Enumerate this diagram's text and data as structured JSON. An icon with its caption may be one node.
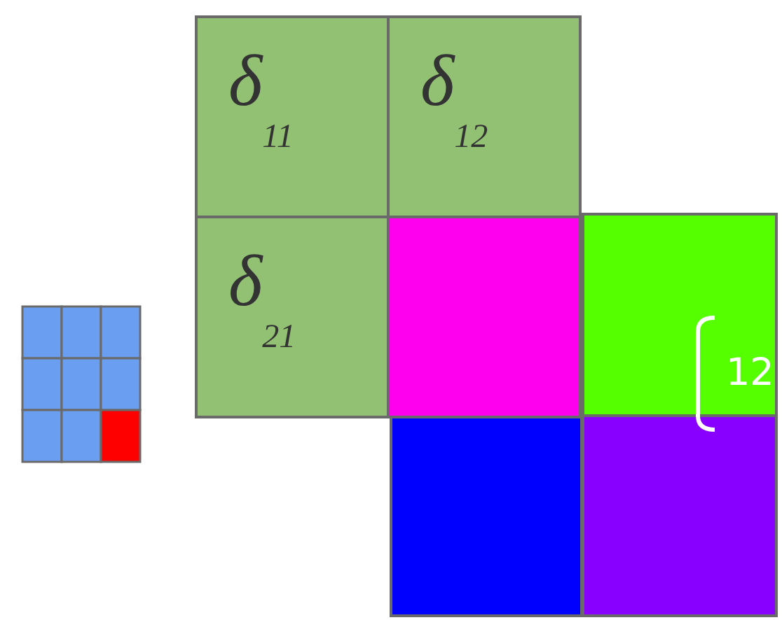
{
  "diagram": {
    "nodes": [
      {
        "text": [
          "δ$_{11}$"
        ]
      },
      {
        "text": [
          "δ$_{12}$"
        ]
      },
      {
        "text": [
          "δ$_{21}$"
        ]
      },
      {
        "text": [],
        "shape": "box"
      },
      {
        "text": [],
        "shape": "box"
      },
      {
        "text": [],
        "shape": "box"
      },
      {
        "text": [],
        "shape": "box"
      }
    ],
    "edges": [],
    "labels": [
      "12"
    ]
  }
}
